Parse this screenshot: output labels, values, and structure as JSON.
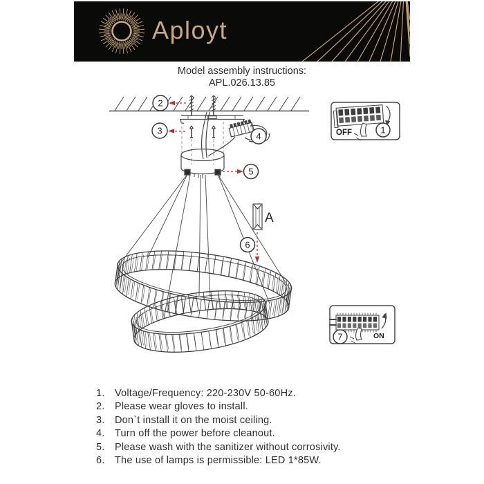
{
  "banner": {
    "brand": "Aployt",
    "logo": "sunburst-icon",
    "colors": {
      "background": "#0a0a09",
      "gold": "#c9a87a"
    }
  },
  "header": {
    "title": "Model assembly instructions:",
    "model": "APL.026.13.85"
  },
  "diagram": {
    "callouts": {
      "c1": "1",
      "c2": "2",
      "c3": "3",
      "c4": "4",
      "c5": "5",
      "c6": "6",
      "c7": "7"
    },
    "labels": {
      "detail": "A",
      "power_off": "OFF",
      "power_on": "ON"
    },
    "colors": {
      "arrow": "#b8352a",
      "line": "#474747"
    }
  },
  "instructions": [
    {
      "num": "1.",
      "text": "Voltage/Frequency: 220-230V 50-60Hz."
    },
    {
      "num": "2.",
      "text": "Please wear gloves to install."
    },
    {
      "num": "3.",
      "text": "Don`t install it on the moist ceiling."
    },
    {
      "num": "4.",
      "text": "Turn off the power before cleanout."
    },
    {
      "num": "5.",
      "text": "Please wash with the sanitizer without corrosivity."
    },
    {
      "num": "6.",
      "text": "The use of lamps is permissible: LED 1*85W."
    }
  ]
}
